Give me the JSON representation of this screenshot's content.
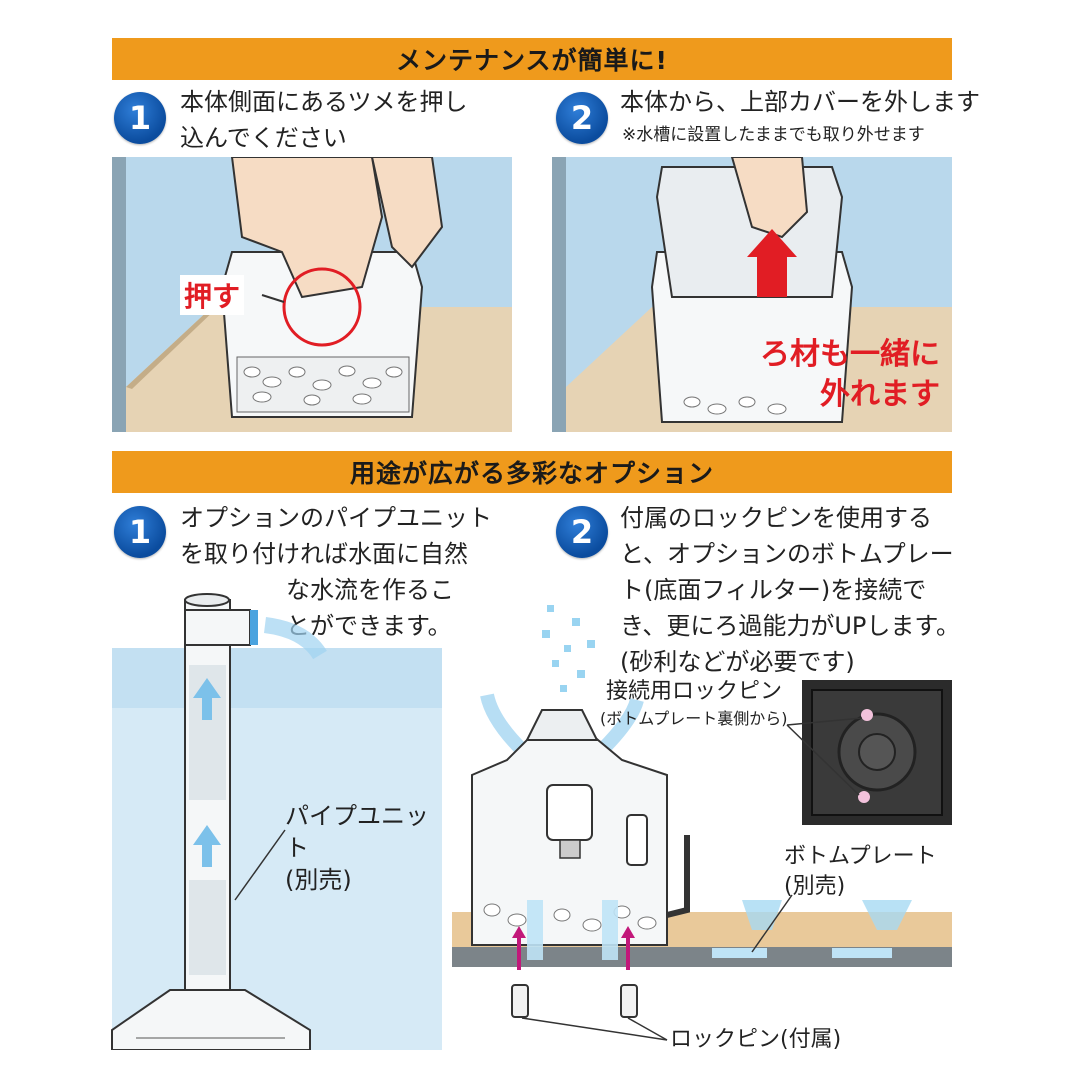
{
  "section1": {
    "title": "メンテナンスが簡単に!",
    "step1": {
      "num": "1",
      "text_line1": "本体側面にあるツメを押し",
      "text_line2": "込んでください",
      "push_label": "押す"
    },
    "step2": {
      "num": "2",
      "text_line1": "本体から、上部カバーを外します",
      "note": "※水槽に設置したままでも取り外せます",
      "callout_line1": "ろ材も一緒に",
      "callout_line2": "外れます"
    }
  },
  "section2": {
    "title": "用途が広がる多彩なオプション",
    "option1": {
      "num": "1",
      "line1": "オプションのパイプユニット",
      "line2": "を取り付ければ水面に自然",
      "line3": "な水流を作るこ",
      "line4": "とができます。",
      "pipe_label_line1": "パイプユニット",
      "pipe_label_line2": "(別売)"
    },
    "option2": {
      "num": "2",
      "line1": "付属のロックピンを使用する",
      "line2": "と、オプションのボトムプレー",
      "line3": "ト(底面フィルター)を接続で",
      "line4": "き、更にろ過能力がUPします。",
      "line5": "(砂利などが必要です)",
      "connect_label": "接続用ロックピン",
      "connect_sub": "(ボトムプレート裏側から)",
      "bottom_label_line1": "ボトムプレート",
      "bottom_label_line2": "(別売)",
      "lockpin_label": "ロックピン(付属)"
    }
  },
  "colors": {
    "banner": "#ef9a1c",
    "circle": "#0b4c9e",
    "accent_red": "#e11d24",
    "water": "#cfe6f4",
    "sand": "#e9c99a"
  }
}
